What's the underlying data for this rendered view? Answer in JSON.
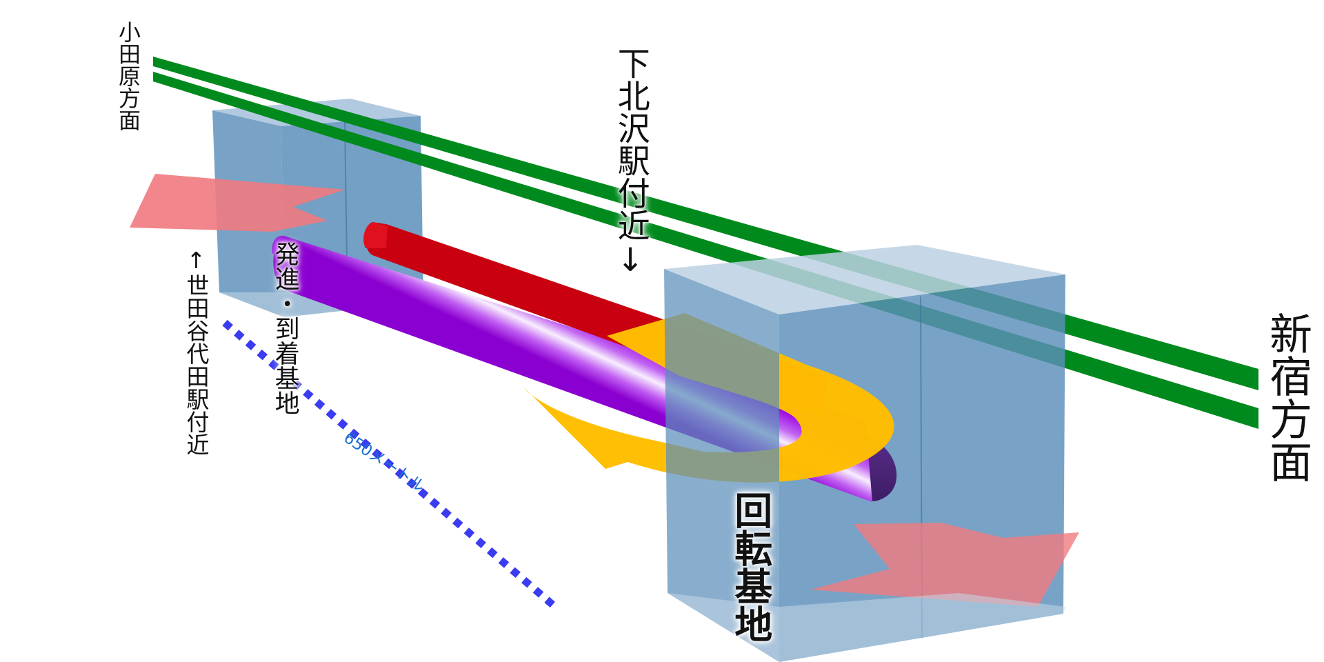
{
  "labels": {
    "odawara": "小田原方面",
    "setagaya": "↑世田谷代田駅付近",
    "shimokitazawa": "下北沢駅付近↓",
    "shinjuku": "新宿方面",
    "departure_base": "発進・到着基地",
    "rotation_base": "回転基地",
    "distance": "650メートル"
  },
  "colors": {
    "rail_track": "#008a1e",
    "shaft_box": "#5b8fba",
    "red_tunnel": "#e4000f",
    "purple_tunnel": "#a00ee8",
    "turn_arrow": "#ffbe00",
    "flow_arrow": "#f07a80",
    "distance_marker": "#3b3bf0",
    "distance_text": "#1a6fd0"
  }
}
